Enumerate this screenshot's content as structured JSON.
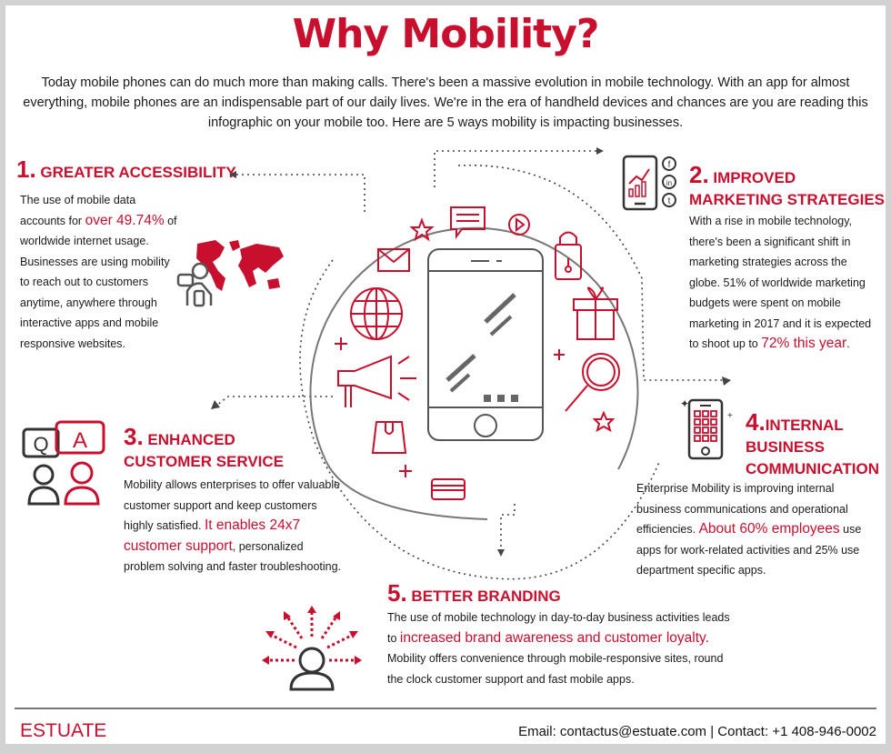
{
  "header": {
    "title": "Why Mobility?",
    "intro": "Today mobile phones can do much more than making calls. There's been a massive evolution in mobile technology. With an app for almost everything, mobile phones are an indispensable part of our daily lives. We're in the era of handheld devices and chances are you are reading this infographic on your mobile too. Here are 5 ways mobility is impacting businesses."
  },
  "sections": [
    {
      "number": "1.",
      "title": "GREATER ACCESSIBILITY",
      "text_before": "The use of mobile data accounts for",
      "highlight": "over 49.74%",
      "text_after": "of worldwide internet usage. Businesses are using mobility to reach out to customers anytime, anywhere through interactive apps and mobile responsive websites.",
      "icon": "world-map-user-icon"
    },
    {
      "number": "2.",
      "title_line1": "IMPROVED",
      "title_line2": "MARKETING STRATEGIES",
      "text_before": "With a rise in mobile technology, there's been a significant shift in marketing strategies across the globe. 51% of worldwide marketing budgets were spent on mobile marketing in 2017 and it is expected to shoot up to",
      "highlight": "72% this year",
      "text_after": ".",
      "icon": "phone-social-chart-icon",
      "social_labels": [
        "f",
        "in",
        "t"
      ]
    },
    {
      "number": "3.",
      "title_line1": "ENHANCED",
      "title_line2": "CUSTOMER SERVICE",
      "text_before": "Mobility allows enterprises to offer valuable customer support and keep customers highly satisfied.",
      "highlight": "It enables 24x7 customer support",
      "text_after": ", personalized problem solving and faster troubleshooting.",
      "icon": "qa-support-icon",
      "bubble_q": "Q",
      "bubble_a": "A"
    },
    {
      "number": "4.",
      "title_line1": "INTERNAL",
      "title_line2": "BUSINESS",
      "title_line3": "COMMUNICATION",
      "text_before": "Enterprise Mobility is improving internal business communications and operational efficiencies.",
      "highlight": "About 60% employees",
      "text_after": "use apps for work-related activities and 25% use department specific apps.",
      "icon": "phone-apps-grid-icon"
    },
    {
      "number": "5.",
      "title": "BETTER BRANDING",
      "text_before": "The use of mobile technology in day-to-day business activities leads to",
      "highlight": "increased brand awareness and customer loyalty.",
      "text_after": "Mobility offers convenience through mobile-responsive sites, round the clock customer support and fast mobile apps.",
      "icon": "person-broadcast-arrows-icon"
    }
  ],
  "center_icons": [
    "star-icon",
    "chat-icon",
    "play-icon",
    "mail-icon",
    "lock-icon",
    "globe-icon",
    "gift-icon",
    "megaphone-icon",
    "search-icon",
    "shopping-bag-icon",
    "credit-card-icon",
    "plus-icon"
  ],
  "footer": {
    "brand": "ESTUATE",
    "contact": "Email: contactus@estuate.com | Contact: +1 408-946-0002"
  },
  "colors": {
    "accent": "#c8102e",
    "text": "#1a1a1a",
    "line": "#555555"
  }
}
